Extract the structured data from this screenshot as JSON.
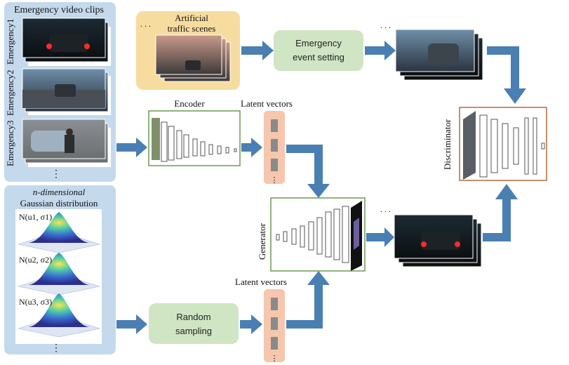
{
  "panels": {
    "video_clips": {
      "title": "Emergency video clips",
      "items": [
        "Emergency1",
        "Emergency2",
        "Emergency3"
      ],
      "ellipsis": "⋮"
    },
    "gaussian": {
      "title_line1": "n-dimensional",
      "title_line2": "Gaussian distribution",
      "dist_labels": [
        "N(u1, σ1)",
        "N(u2, σ2)",
        "N(u3, σ3)"
      ],
      "ellipsis": "⋮"
    }
  },
  "nodes": {
    "artificial_scenes": {
      "line1": "Artificial",
      "line2": "traffic scenes"
    },
    "event_setting": {
      "line1": "Emergency",
      "line2": "event setting"
    },
    "random_sampling": {
      "line1": "Random",
      "line2": "sampling"
    },
    "encoder": {
      "label": "Encoder"
    },
    "latent_top": {
      "label": "Latent vectors"
    },
    "latent_bottom": {
      "label": "Latent vectors"
    },
    "generator": {
      "label": "Generator"
    },
    "discriminator": {
      "label": "Discriminator"
    }
  },
  "colors": {
    "arrow": "#4a7fb3",
    "panel_blue": "#c5d9ec",
    "node_green": "#cfe5c4",
    "node_orange": "#f7dca0",
    "latent_bar": "#f6c6ad",
    "cnn_border_green": "#6a9a52",
    "cnn_border_brown": "#b66a3c"
  }
}
